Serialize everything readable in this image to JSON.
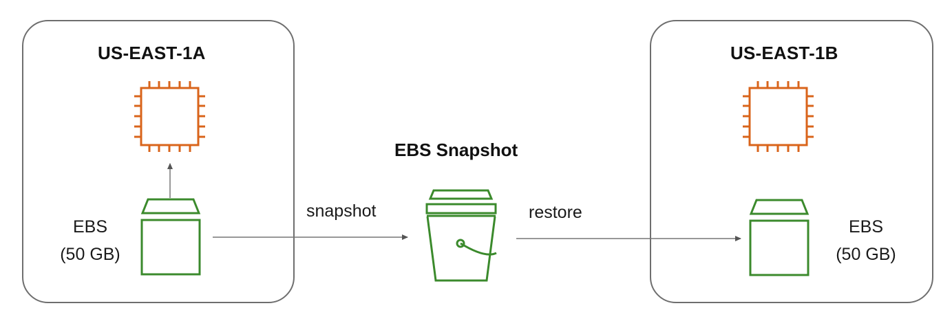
{
  "zones": {
    "a": {
      "title": "US-EAST-1A"
    },
    "b": {
      "title": "US-EAST-1B"
    }
  },
  "snapshot": {
    "title": "EBS Snapshot"
  },
  "volumes": {
    "a": {
      "line1": "EBS",
      "line2": "(50 GB)"
    },
    "b": {
      "line1": "EBS",
      "line2": "(50 GB)"
    }
  },
  "edges": {
    "snapshot_label": "snapshot",
    "restore_label": "restore"
  },
  "icons": {
    "instance": "ec2-chip-icon",
    "volume": "ebs-volume-icon",
    "snapshot": "s3-bucket-icon"
  },
  "colors": {
    "instance_orange": "#d9641b",
    "storage_green": "#3b8a2c",
    "border_gray": "#6e6e6e",
    "arrow_gray": "#777777"
  }
}
